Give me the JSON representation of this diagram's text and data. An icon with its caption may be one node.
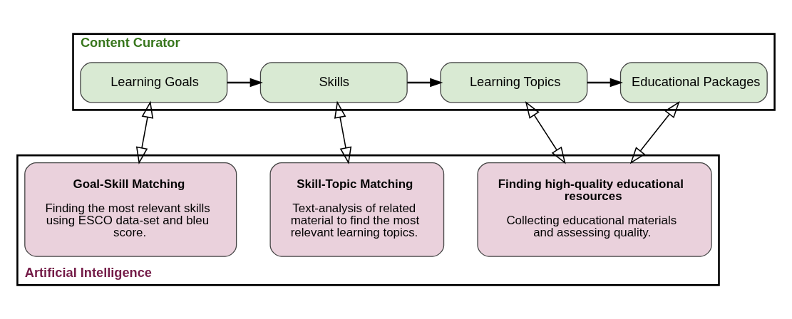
{
  "diagram": {
    "nodes": [
      {
        "text": [
          "Content Curator"
        ]
      },
      {
        "text": [
          "Artificial Intelligence"
        ]
      },
      {
        "text": [
          "Learning Goals"
        ],
        "in": 0
      },
      {
        "text": [
          "Skills"
        ],
        "in": 0
      },
      {
        "text": [
          "Learning Topics"
        ],
        "in": 0
      },
      {
        "text": [
          "Educational Packages"
        ],
        "in": 0
      },
      {
        "text": [
          "Goal-Skill Matching",
          "Finding the most relevant skills using ESCO data-set and bleu score."
        ],
        "in": 1
      },
      {
        "text": [
          "Skill-Topic Matching",
          "Text-analysis of related material to find the most relevant learning topics."
        ],
        "in": 1
      },
      {
        "text": [
          "Finding high-quality educational resources",
          "Collecting educational materials and assessing quality."
        ],
        "in": 1
      }
    ],
    "edges": [
      {
        "from": 2,
        "to": 3,
        "arrow": "to"
      },
      {
        "from": 3,
        "to": 4,
        "arrow": "to"
      },
      {
        "from": 4,
        "to": 5,
        "arrow": "to"
      },
      {
        "from": 2,
        "to": 6,
        "arrow": "both"
      },
      {
        "from": 3,
        "to": 7,
        "arrow": "both"
      },
      {
        "from": 4,
        "to": 8,
        "arrow": "both"
      },
      {
        "from": 5,
        "to": 8,
        "arrow": "both"
      }
    ]
  }
}
